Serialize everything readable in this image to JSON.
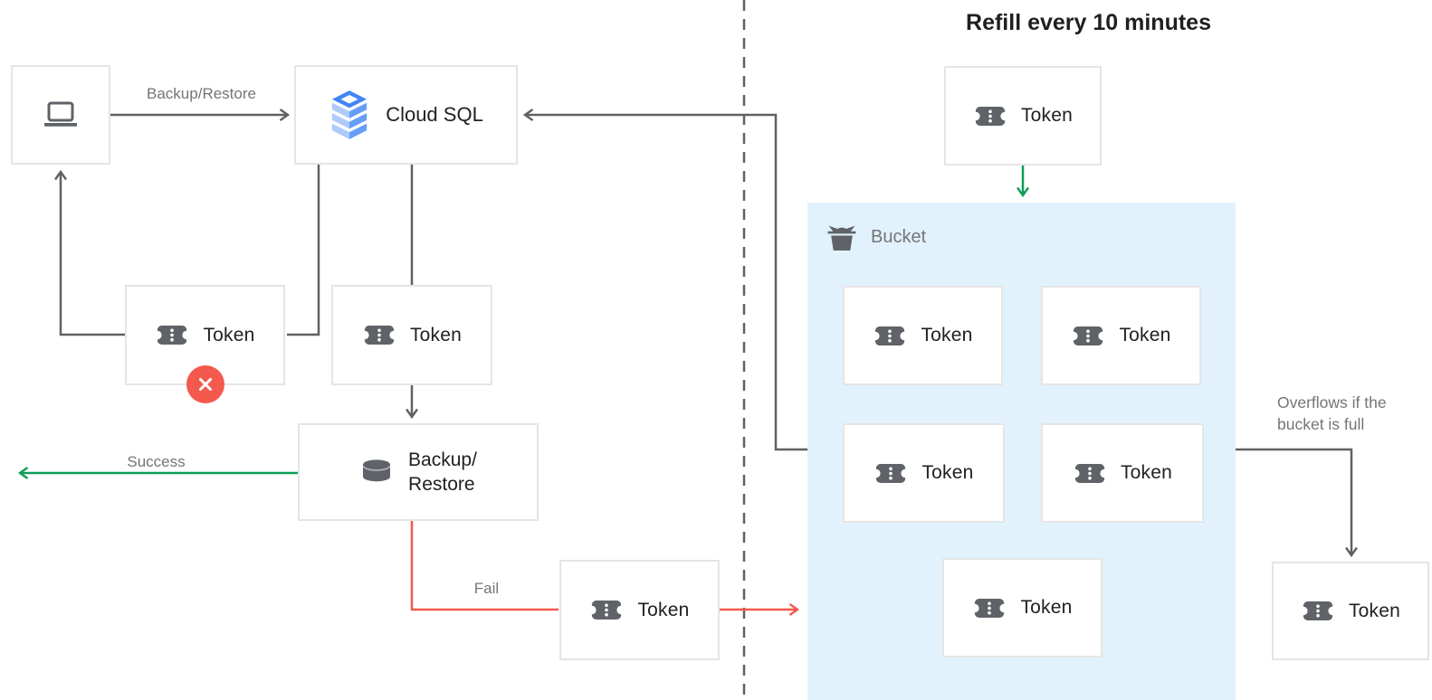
{
  "title": "Refill every 10 minutes",
  "labels": {
    "token": "Token",
    "cloud_sql": "Cloud SQL",
    "backup_restore_line1": "Backup/",
    "backup_restore_line2": "Restore",
    "backup_restore_arrow": "Backup/Restore",
    "success": "Success",
    "fail": "Fail",
    "bucket": "Bucket",
    "overflow_note": "Overflows if the bucket is full"
  },
  "colors": {
    "success_green": "#0f9d58",
    "fail_red": "#f4594e",
    "bucket_fill": "#e1f2fc",
    "line_gray": "#616161",
    "label_gray": "#757575",
    "text_dark": "#212121",
    "icon_gray": "#5f6368",
    "box_border": "#e5e5e5",
    "cloud_sql_blue": "#4285f4",
    "cloud_sql_blue_mid": "#669df6",
    "cloud_sql_blue_light": "#aecbfa"
  }
}
